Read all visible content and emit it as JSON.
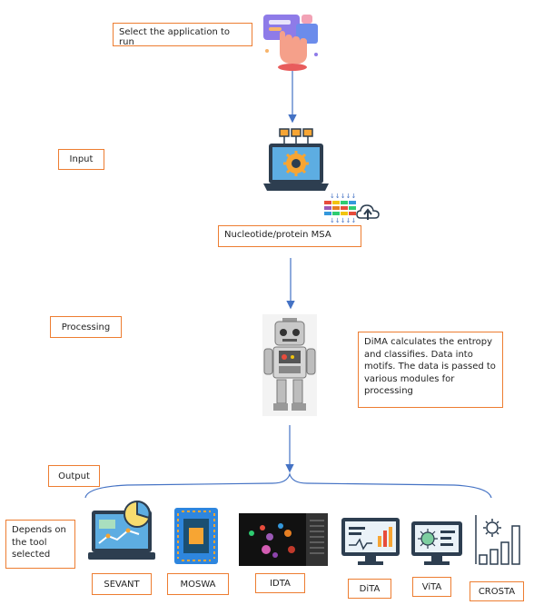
{
  "labels": {
    "select_app": "Select the application to run",
    "input": "Input",
    "msa": "Nucleotide/protein MSA",
    "processing": "Processing",
    "dima_desc": "DiMA calculates the entropy and classifies. Data into motifs. The data is passed to various modules for processing",
    "output": "Output",
    "depends": "Depends on the tool selected"
  },
  "tools": [
    {
      "name": "SEVANT",
      "icon": "chart-monitor-icon"
    },
    {
      "name": "MOSWA",
      "icon": "chip-icon"
    },
    {
      "name": "IDTA",
      "icon": "plot-image-icon"
    },
    {
      "name": "DiTA",
      "icon": "monitor-chart-icon"
    },
    {
      "name": "ViTA",
      "icon": "virus-monitor-icon"
    },
    {
      "name": "CROSTA",
      "icon": "virus-bars-icon"
    }
  ],
  "colors": {
    "box_border": "#ED7D31",
    "arrow": "#4472C4"
  }
}
